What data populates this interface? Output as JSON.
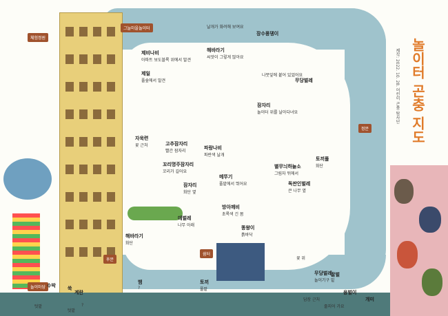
{
  "map": {
    "title": "놀이터 곤충 지도",
    "subtitle": "제작: 2022. 10. 28. 어린이 곤충 탐사단",
    "points": [
      {
        "id": "jangsu",
        "name": "장수풍뎅이",
        "desc": "날개가 화려해 보여요"
      },
      {
        "id": "haebaragi1",
        "name": "해바라기",
        "desc": "씨앗이 그렇게 많아요"
      },
      {
        "id": "jeobi",
        "name": "제비나비",
        "desc": "아파트 보도블록 위에서 발견"
      },
      {
        "id": "jamjari1",
        "name": "잠자리",
        "desc": "놀이터 위를 날아다녀요"
      },
      {
        "id": "mudang1",
        "name": "무당벌레",
        "desc": "나뭇잎에 붙어 있었어요"
      },
      {
        "id": "jeil",
        "name": "제일",
        "desc": "풀숲에서 발견"
      },
      {
        "id": "goechu",
        "name": "고추잠자리",
        "desc": "빨간 잠자리"
      },
      {
        "id": "pa",
        "name": "파랑나비",
        "desc": "파란색 날개"
      },
      {
        "id": "kkori",
        "name": "꼬리명주잠자리",
        "desc": "꼬리가 길어요"
      },
      {
        "id": "kaengi",
        "name": "자욱련",
        "desc": "꽃 근처"
      },
      {
        "id": "jamjari2",
        "name": "잠자리",
        "desc": "화단 옆"
      },
      {
        "id": "byeol",
        "name": "별무늬하늘소",
        "desc": "그림자 뒤에서"
      },
      {
        "id": "meteugi",
        "name": "메뚜기",
        "desc": "풀밭에서 뛰어요"
      },
      {
        "id": "gwangdan",
        "name": "방아깨비",
        "desc": "초록색 긴 몸"
      },
      {
        "id": "deol",
        "name": "데벌레",
        "desc": "나무 아래"
      },
      {
        "id": "dongdaeng",
        "name": "똥왕이",
        "desc": "흙바닥"
      },
      {
        "id": "tokki",
        "name": "토끼풀",
        "desc": "화단"
      },
      {
        "id": "dokjeon",
        "name": "독판인벌레",
        "desc": "큰 나무 옆"
      },
      {
        "id": "haebaragi2",
        "name": "해바라기",
        "desc": "화단"
      },
      {
        "id": "mudang2",
        "name": "무당벌레",
        "desc": "놀이기구 밑"
      },
      {
        "id": "gulbeol",
        "name": "꿀벌",
        "desc": "꽃 위"
      },
      {
        "id": "gaemi",
        "name": "개미",
        "desc": "줄지어 가요"
      },
      {
        "id": "yongbeol",
        "name": "융벌이",
        "desc": "담장 근처"
      },
      {
        "id": "sumbak",
        "name": "수박",
        "desc": "텃밭"
      },
      {
        "id": "ssuk",
        "name": "쑥",
        "desc": "텃밭"
      },
      {
        "id": "bae",
        "name": "뱀",
        "desc": "?"
      },
      {
        "id": "gyehwa",
        "name": "계란",
        "desc": "?"
      },
      {
        "id": "ttokki",
        "name": "토끼",
        "desc": "풀밭"
      }
    ],
    "signs": [
      "체험정원",
      "그늘마을놀이터",
      "정문",
      "후문",
      "쉼터",
      "놀이마당"
    ]
  }
}
